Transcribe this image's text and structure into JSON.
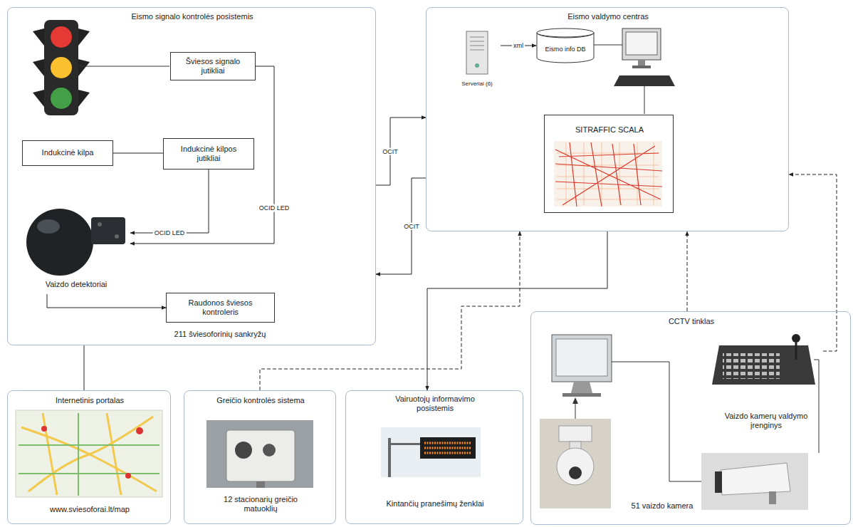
{
  "diagram": {
    "nodes": [
      {
        "text": [
          "Eismo signalo kontrolės posistemis",
          "211 šviesoforinių sankryžų"
        ]
      },
      {
        "text": [
          "Šviesos signalo jutikliai"
        ],
        "in": 0
      },
      {
        "text": [
          "Indukcinė kilpa"
        ],
        "in": 0
      },
      {
        "text": [
          "Indukcinė kilpos jutikliai"
        ],
        "in": 0
      },
      {
        "text": [
          "Vaizdo detektoriai"
        ],
        "in": 0
      },
      {
        "text": [
          "Raudonos šviesos kontroleris"
        ],
        "in": 0
      },
      {
        "text": [
          "Eismo valdymo centras"
        ]
      },
      {
        "text": [
          "Serveriai (6)"
        ],
        "in": 6
      },
      {
        "text": [
          "Eismo info DB"
        ],
        "in": 6
      },
      {
        "text": [
          "SITRAFFIC SCALA"
        ],
        "in": 6
      },
      {
        "text": [
          "Internetinis portalas",
          "www.sviesoforai.lt/map"
        ]
      },
      {
        "text": [
          "Greičio kontrolės sistema",
          "12 stacionarių greičio matuoklių"
        ]
      },
      {
        "text": [
          "Vairuotojų informavimo posistemis",
          "Kintančių pranešimų ženklai"
        ]
      },
      {
        "text": [
          "CCTV tinklas",
          "51 vaizdo kamera"
        ]
      },
      {
        "text": [
          "Vaizdo kamerų valdymo įrenginys"
        ],
        "in": 13
      }
    ],
    "edges": [
      {
        "from": 7,
        "to": 8,
        "label": "xml",
        "arrow": "to"
      },
      {
        "from": 0,
        "to": 6,
        "label": "OCIT",
        "arrow": "to"
      },
      {
        "from": 6,
        "to": 0,
        "label": "OCIT",
        "arrow": "to"
      },
      {
        "from": 1,
        "to": 4,
        "label": "OCID LED",
        "arrow": "to"
      },
      {
        "from": 3,
        "to": 4,
        "label": "OCID LED",
        "arrow": "to"
      },
      {
        "from": 2,
        "to": 3,
        "arrow": "none"
      },
      {
        "from": 4,
        "to": 5,
        "arrow": "to"
      },
      {
        "from": 10,
        "to": 0,
        "arrow": "none"
      },
      {
        "from": 11,
        "to": 6,
        "arrow": "to"
      },
      {
        "from": 6,
        "to": 12,
        "arrow": "to"
      },
      {
        "from": 13,
        "to": 6,
        "arrow": "to"
      },
      {
        "from": 14,
        "to": 6,
        "arrow": "to"
      }
    ]
  }
}
